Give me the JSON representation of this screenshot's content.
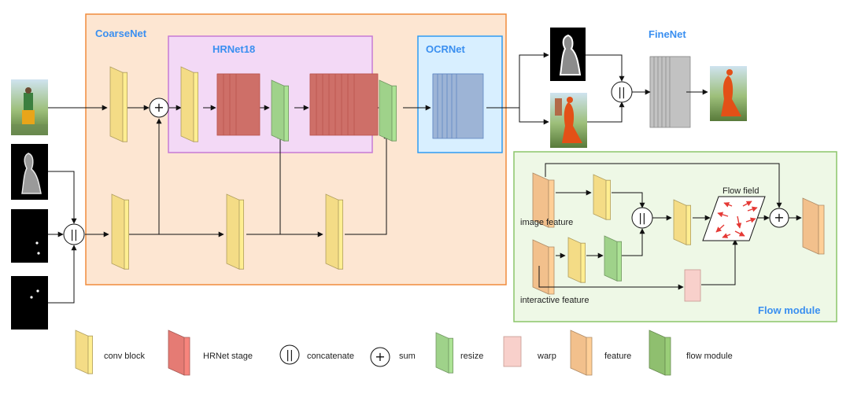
{
  "colors": {
    "coarse_bg": "#fde6d2",
    "coarse_border": "#f08c3c",
    "hrnet_bg": "#f3d9f6",
    "hrnet_border": "#c77ad4",
    "ocr_bg": "#d8efff",
    "ocr_border": "#2f9bf2",
    "flow_bg": "#eef8e6",
    "flow_border": "#8cc56a",
    "title_blue": "#3a8ff0",
    "conv": "#f4dc86",
    "hrnet": "#e57b74",
    "resize": "#9fd28a",
    "warp": "#f8d0cb",
    "feature": "#f2c08c",
    "ocr_block": "#aec8ee",
    "fine_block": "#d8d8d8",
    "flow_arrow": "#e53935"
  },
  "titles": {
    "coarse": "CoarseNet",
    "hrnet": "HRNet18",
    "ocr": "OCRNet",
    "fine": "FineNet",
    "flow": "Flow module"
  },
  "labels": {
    "flow_field": "Flow field",
    "image_feature": "image feature",
    "interactive_feature": "interactive feature"
  },
  "symbols": {
    "sum": "+",
    "concat": "||"
  },
  "legend": [
    {
      "key": "conv",
      "label": "conv block"
    },
    {
      "key": "hrnet",
      "label": "HRNet stage"
    },
    {
      "key": "concat",
      "label": "concatenate"
    },
    {
      "key": "sum",
      "label": "sum"
    },
    {
      "key": "resize",
      "label": "resize"
    },
    {
      "key": "warp",
      "label": "warp"
    },
    {
      "key": "feature",
      "label": "feature"
    },
    {
      "key": "flowmod",
      "label": "flow module"
    }
  ]
}
